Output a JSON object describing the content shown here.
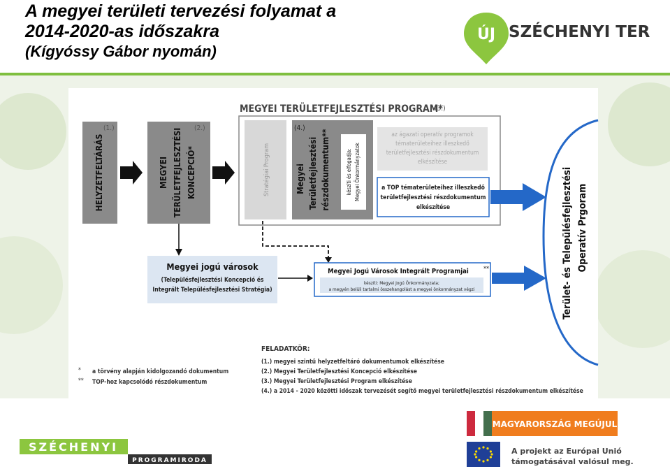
{
  "header": {
    "title_line1": "A megyei területi tervezési folyamat a",
    "title_line2": "2014-2020-as időszakra",
    "title_line3": "(Kígyóssy Gábor nyomán)"
  },
  "logo_top": {
    "mark": "ÚJ",
    "text": "SZÉCHENYI TERV"
  },
  "diagram": {
    "program_title": "MEGYEI TERÜLETFEJLESZTÉSI PROGRAM*",
    "program_num": "(3.)",
    "box1": {
      "num": "(1.)",
      "label": "HELYZETFELTÁRÁS"
    },
    "box2": {
      "num": "(2.)",
      "line1": "MEGYEI",
      "line2": "TERÜLETFEJLESZTÉSI",
      "line3": "KONCEPCIÓ*"
    },
    "strategic": "Stratégiai Program",
    "box4": {
      "num": "(4.)",
      "line1": "Megyei",
      "line2": "Területfejlesztési",
      "line3": "részdokumentum**"
    },
    "preparer": {
      "line1": "készíti és elfogadja:",
      "line2": "Megyei Önkormányzatok"
    },
    "sector": {
      "line1": "az ágazati operatív programok",
      "line2": "tématerületeihez illeszkedő",
      "line3": "területfejlesztési részdokumentum",
      "line4": "elkészítése"
    },
    "top_box": {
      "line1": "a TOP tématerületeihez illeszkedő",
      "line2": "területfejlesztési részdokumentum",
      "line3": "elkészítése"
    },
    "cities": {
      "line1": "Megyei jogú városok",
      "line2": "(Településfejlesztési Koncepció és",
      "line3": "Integrált Településfejlesztési Stratégia)"
    },
    "mjv": {
      "title": "Megyei Jogú Városok Integrált Programjai",
      "stars": "**",
      "line1": "készíti: Megyei Jogú Önkormányzata;",
      "line2": "a megyén belüli tartalmi összehangolást a megyei önkormányzat végzi"
    },
    "op": {
      "line1": "Terület- és Településfejlesztési",
      "line2": "Operatív Prgoram"
    },
    "legend": [
      {
        "mark": "*",
        "text": "a törvény alapján kidolgozandó dokumentum"
      },
      {
        "mark": "**",
        "text": "TOP-hoz kapcsolódó részdokumentum"
      }
    ],
    "tasks_title": "FELADATKÖR:",
    "tasks": [
      "(1.) megyei szintű helyzetfeltáró dokumentumok elkészítése",
      "(2.) Megyei Területfejlesztési Koncepció elkészítése",
      "(3.) Megyei Területfejlesztési Program elkészítése",
      "(4.) a 2014 - 2020 közötti időszak tervezését segítő megyei területfejlesztési részdokumentum elkészítése"
    ]
  },
  "footer": {
    "szechenyi": "SZÉCHENYI",
    "programiroda": "PROGRAMIRODA",
    "hu_banner": "MAGYARORSZÁG MEGÚJUL",
    "eu_line1": "A projekt az Európai Unió",
    "eu_line2": "támogatásával valósul meg."
  },
  "colors": {
    "green": "#7fbf3f",
    "blue": "#2468c8",
    "gray": "#8a8a8a",
    "lightblue": "#dce6f2",
    "orange": "#f07d1e"
  }
}
